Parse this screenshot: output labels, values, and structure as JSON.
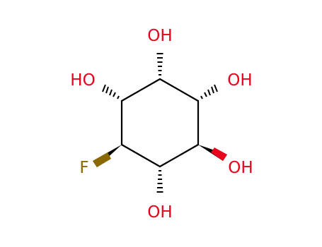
{
  "molecule": {
    "labels": {
      "oh_top": "OH",
      "oh_top_left": "HO",
      "oh_top_right": "OH",
      "oh_right": "OH",
      "oh_bottom": "OH",
      "fluorine": "F"
    },
    "colors": {
      "background": "#ffffff",
      "bond": "#000000",
      "oxygen": "#e8001c",
      "fluorine": "#8a6a00",
      "fluorine_wedge": "#8a6a00"
    }
  }
}
